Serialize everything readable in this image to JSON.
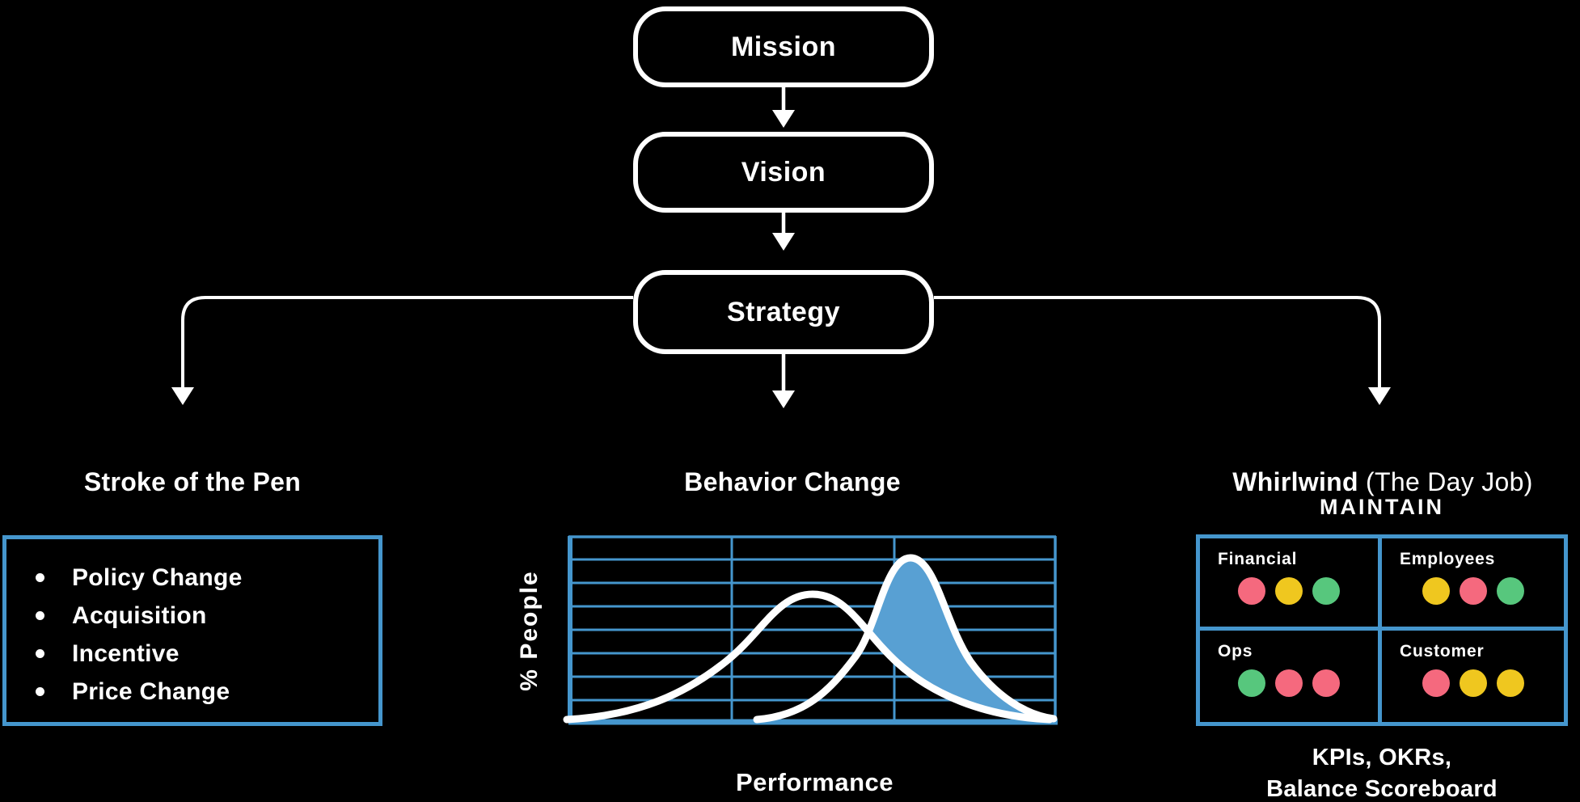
{
  "palette": {
    "background": "#000000",
    "white": "#FFFFFF",
    "blue_line": "#4596CD",
    "blue_fill": "#58A0D3",
    "dot_red": "#F5697E",
    "dot_yellow": "#EFC71F",
    "dot_green": "#57C77D"
  },
  "flow": {
    "mission": "Mission",
    "vision": "Vision",
    "strategy": "Strategy"
  },
  "stroke_of_pen": {
    "title": "Stroke of the Pen",
    "items": [
      "Policy Change",
      "Acquisition",
      "Incentive",
      "Price Change"
    ]
  },
  "behavior_change": {
    "title": "Behavior Change",
    "ylabel": "% People",
    "xlabel": "Performance"
  },
  "whirlwind": {
    "title": "Whirlwind",
    "title_suffix": " (The Day Job)",
    "maintain_label": "MAINTAIN",
    "cells": [
      {
        "label": "Financial",
        "dots": [
          "red",
          "yellow",
          "green"
        ]
      },
      {
        "label": "Employees",
        "dots": [
          "yellow",
          "red",
          "green"
        ]
      },
      {
        "label": "Ops",
        "dots": [
          "green",
          "red",
          "red"
        ]
      },
      {
        "label": "Customer",
        "dots": [
          "red",
          "yellow",
          "yellow"
        ]
      }
    ],
    "footer": [
      "KPIs, OKRs,",
      "Balance Scoreboard"
    ]
  },
  "chart_data": {
    "type": "line",
    "title": "",
    "xlabel": "Performance",
    "ylabel": "% People",
    "x_ticks": [],
    "y_ticks": [],
    "grid": {
      "visible": true,
      "rows": 8,
      "columns": 3,
      "color": "#4596CD"
    },
    "axis_range_note": "no numeric tick labels shown; qualitative distribution shift",
    "series": [
      {
        "name": "current performance distribution",
        "style": "white outline, no fill",
        "approx_points_x0to10_y0to1": [
          [
            0,
            0.02
          ],
          [
            1,
            0.07
          ],
          [
            2,
            0.2
          ],
          [
            3,
            0.42
          ],
          [
            4,
            0.62
          ],
          [
            5,
            0.68
          ],
          [
            5.5,
            0.66
          ],
          [
            6,
            0.55
          ],
          [
            7,
            0.35
          ],
          [
            8,
            0.16
          ],
          [
            9,
            0.05
          ],
          [
            10,
            0.01
          ]
        ]
      },
      {
        "name": "shifted (behavior change) distribution",
        "style": "white outline, blue fill where above current distribution",
        "fill_color": "#58A0D3",
        "approx_points_x0to10_y0to1": [
          [
            3.9,
            0
          ],
          [
            5,
            0.18
          ],
          [
            6,
            0.55
          ],
          [
            6.9,
            0.87
          ],
          [
            7.5,
            0.75
          ],
          [
            8,
            0.52
          ],
          [
            9,
            0.18
          ],
          [
            10,
            0.02
          ]
        ]
      }
    ]
  }
}
